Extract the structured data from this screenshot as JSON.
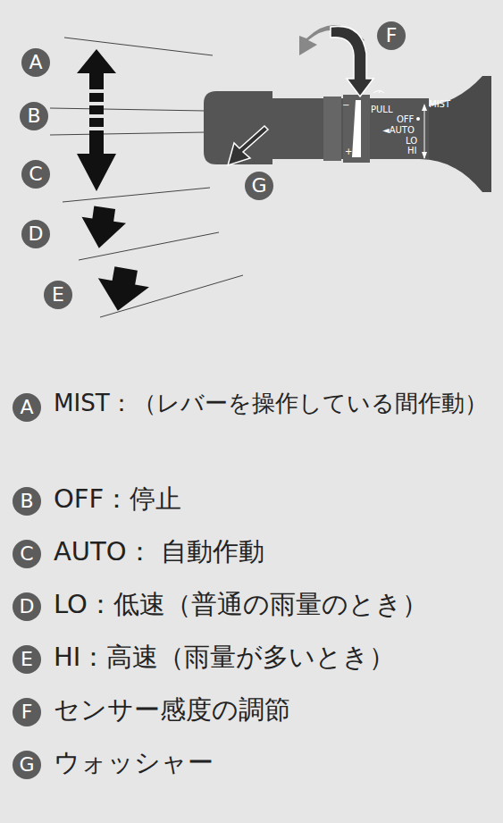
{
  "diagram": {
    "labels": [
      "A",
      "B",
      "C",
      "D",
      "E",
      "F",
      "G",
      "MIST",
      "PULL",
      "OFF",
      "◄AUTO",
      "LO",
      "HI",
      "−",
      "+",
      "A",
      "MIST：（レバーを操作している間作動）",
      "B",
      "OFF：停止",
      "C",
      "AUTO： 自動作動",
      "D",
      "LO：低速（普通の雨量のとき）",
      "E",
      "HI：高速（雨量が多いとき）",
      "F",
      "センサー感度の調節",
      "G",
      "ウォッシャー"
    ]
  }
}
